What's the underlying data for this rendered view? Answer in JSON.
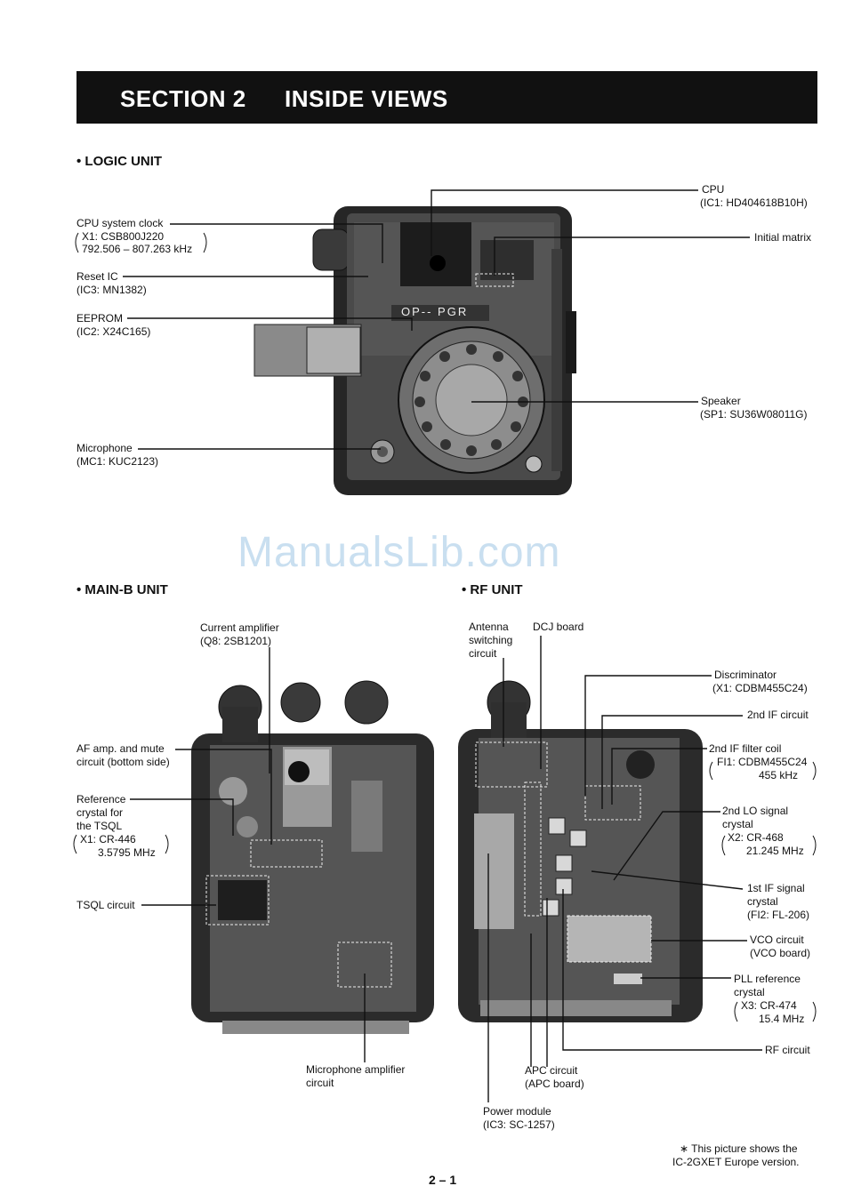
{
  "header": {
    "section": "SECTION  2",
    "title": "INSIDE VIEWS"
  },
  "logic_unit": {
    "title": "• LOGIC UNIT",
    "left_labels": [
      {
        "name": "CPU system clock",
        "detail": [
          "X1: CSB800J220",
          "792.506 – 807.263 kHz"
        ]
      },
      {
        "name": "Reset IC",
        "detail": [
          "(IC3: MN1382)"
        ]
      },
      {
        "name": "EEPROM",
        "detail": [
          "(IC2: X24C165)"
        ]
      },
      {
        "name": "Microphone",
        "detail": [
          "(MC1: KUC2123)"
        ]
      }
    ],
    "right_labels": [
      {
        "name": "CPU",
        "detail": [
          "(IC1: HD404618B10H)"
        ]
      },
      {
        "name": "Initial matrix",
        "detail": []
      },
      {
        "name": "Speaker",
        "detail": [
          "(SP1: SU36W08011G)"
        ]
      }
    ],
    "board_marking": "OP-- PGR"
  },
  "watermark": "ManualsLib.com",
  "main_b_unit": {
    "title": "• MAIN-B UNIT",
    "labels": [
      {
        "name": "Current amplifier",
        "detail": [
          "(Q8: 2SB1201)"
        ]
      },
      {
        "name": "AF amp. and mute",
        "detail": [
          "circuit (bottom side)"
        ]
      },
      {
        "name": "Reference",
        "detail": [
          "crystal for",
          "the TSQL",
          "X1: CR-446",
          "3.5795 MHz"
        ]
      },
      {
        "name": "TSQL circuit",
        "detail": []
      },
      {
        "name": "Microphone amplifier",
        "detail": [
          "circuit"
        ]
      }
    ]
  },
  "rf_unit": {
    "title": "• RF UNIT",
    "labels": [
      {
        "name": "Antenna",
        "detail": [
          "switching",
          "circuit"
        ]
      },
      {
        "name": "DCJ board",
        "detail": []
      },
      {
        "name": "Discriminator",
        "detail": [
          "(X1: CDBM455C24)"
        ]
      },
      {
        "name": "2nd IF circuit",
        "detail": []
      },
      {
        "name": "2nd IF filter coil",
        "detail": [
          "FI1: CDBM455C24",
          "455 kHz"
        ]
      },
      {
        "name": "2nd LO signal",
        "detail": [
          "crystal",
          "X2: CR-468",
          "21.245 MHz"
        ]
      },
      {
        "name": "1st IF signal",
        "detail": [
          "crystal",
          "(FI2: FL-206)"
        ]
      },
      {
        "name": "VCO circuit",
        "detail": [
          "(VCO board)"
        ]
      },
      {
        "name": "PLL reference",
        "detail": [
          "crystal",
          "X3: CR-474",
          "15.4 MHz"
        ]
      },
      {
        "name": "RF circuit",
        "detail": []
      },
      {
        "name": "APC circuit",
        "detail": [
          "(APC board)"
        ]
      },
      {
        "name": "Power module",
        "detail": [
          "(IC3: SC-1257)"
        ]
      }
    ]
  },
  "footnote": [
    "∗ This picture shows the",
    "IC-2GXET Europe version."
  ],
  "page_number": "2 – 1"
}
